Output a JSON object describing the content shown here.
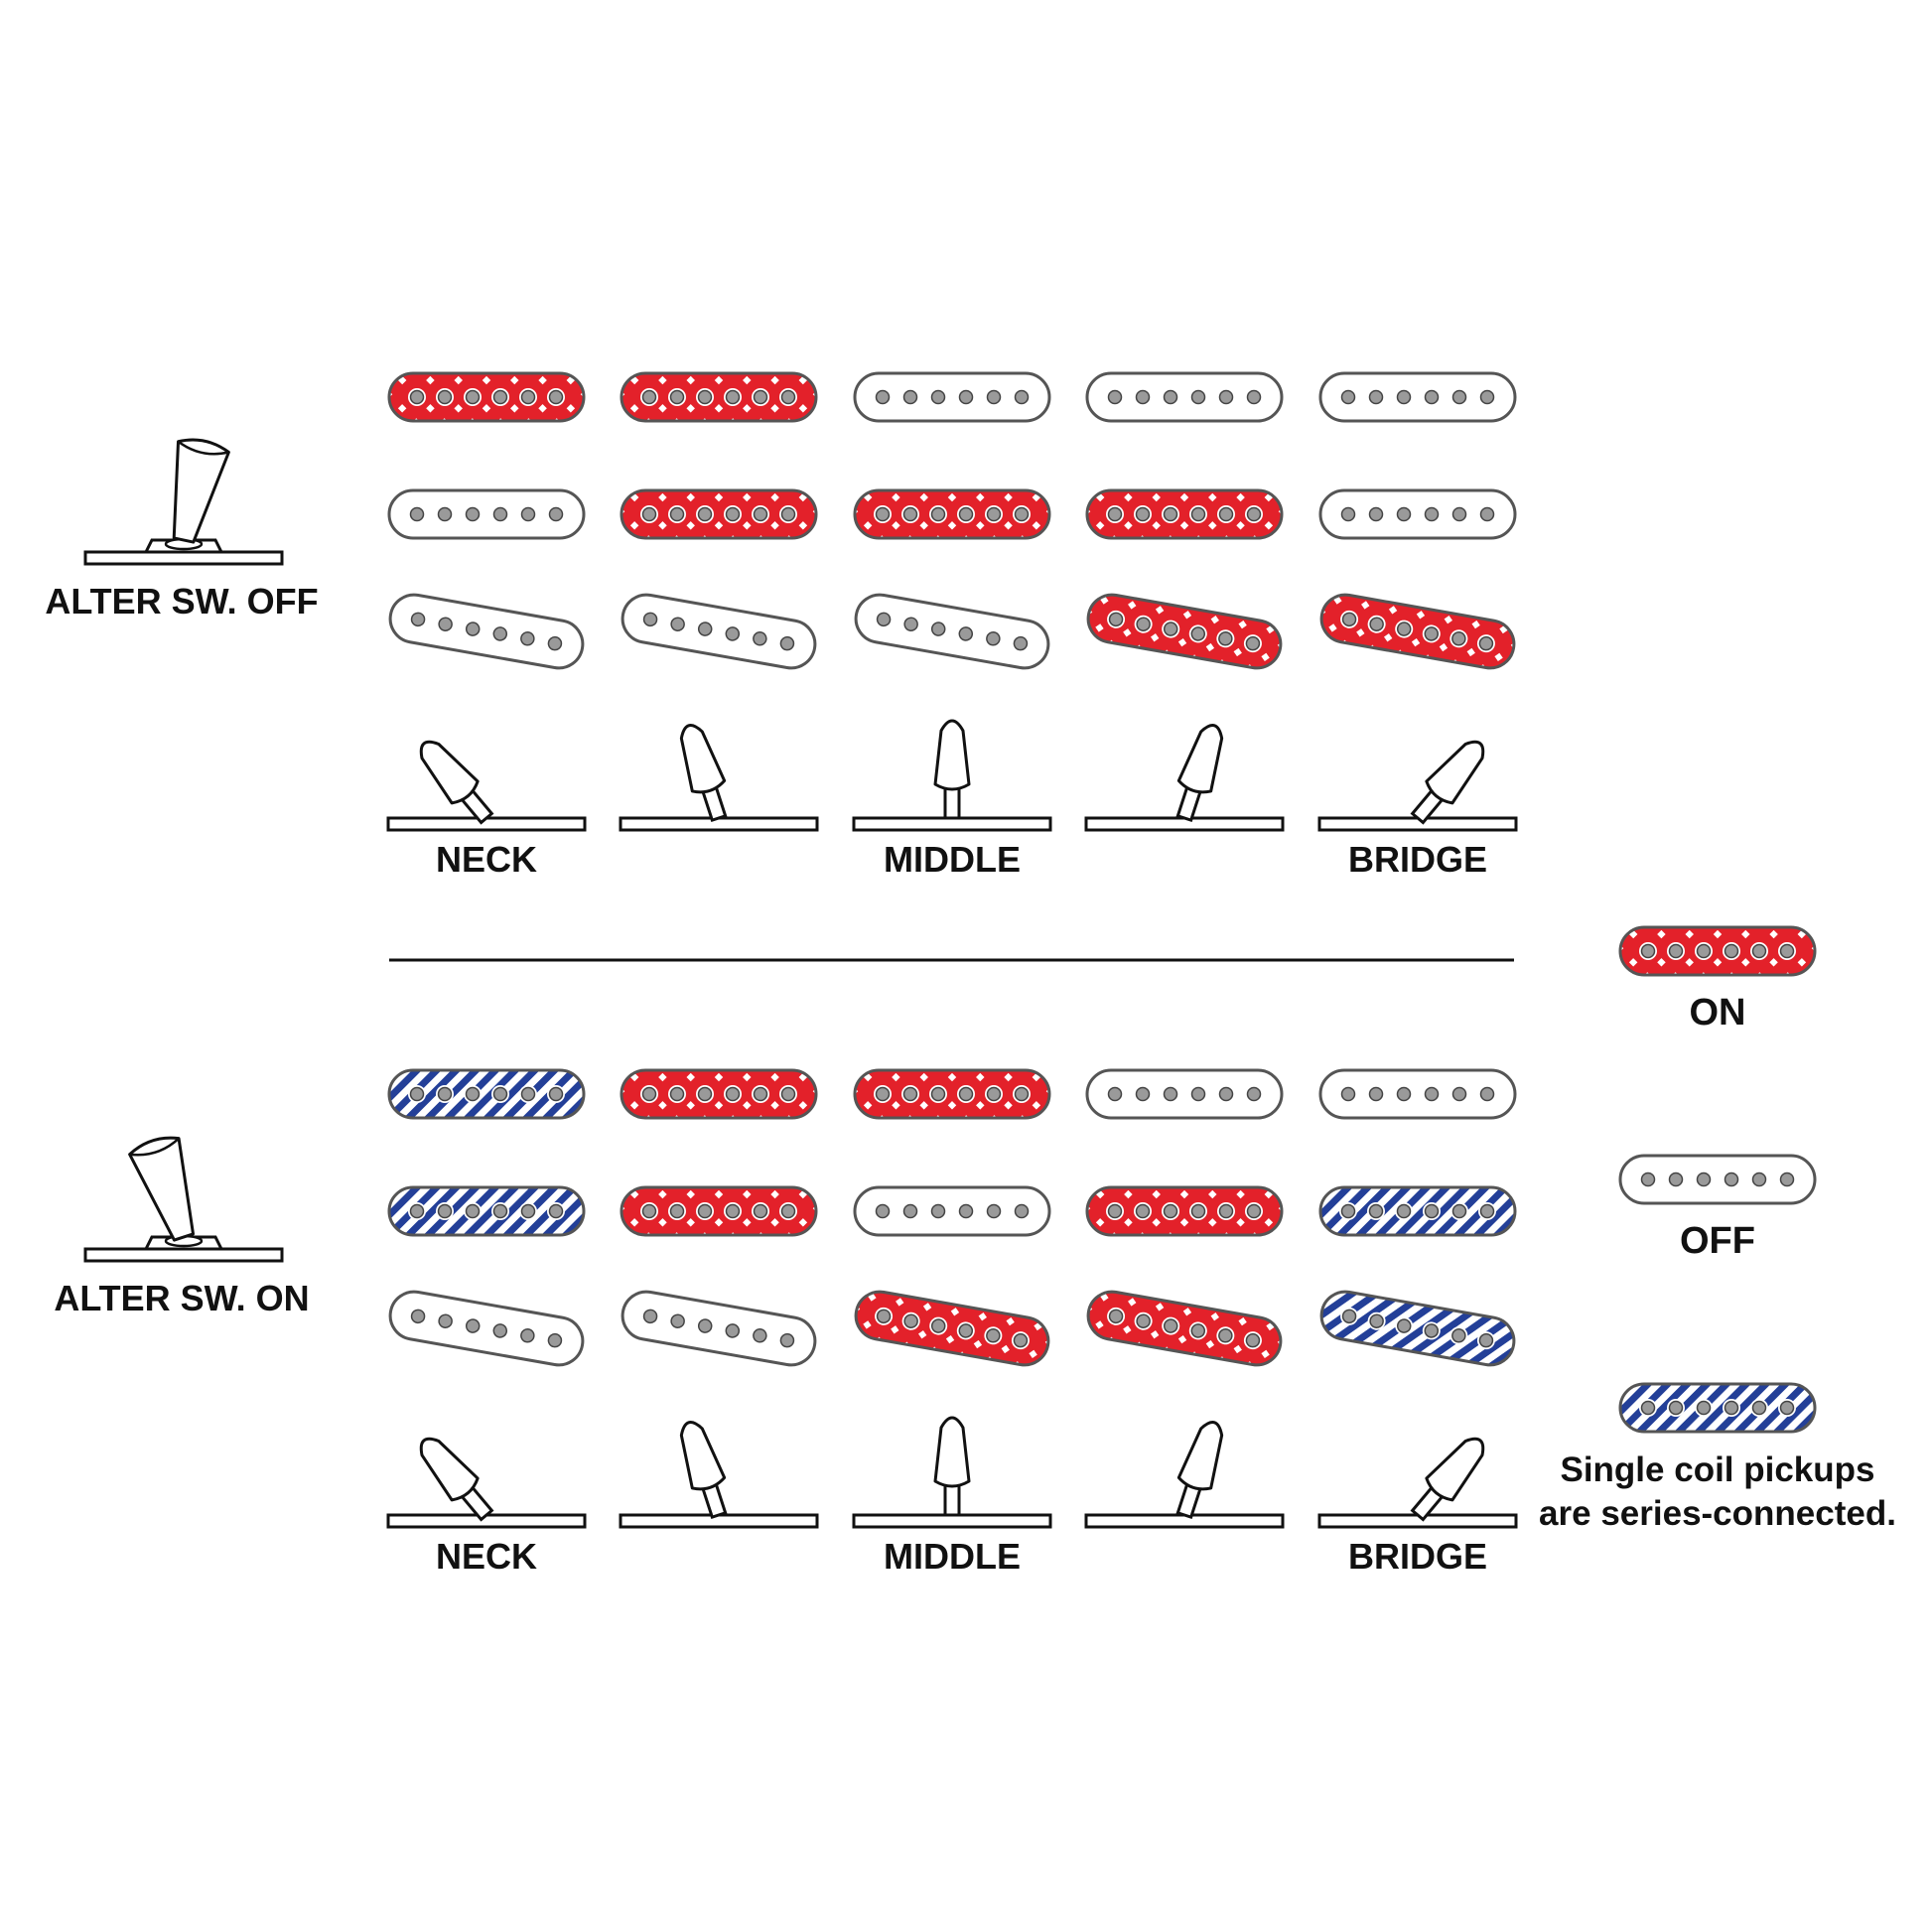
{
  "colors": {
    "on": "#e3212a",
    "series": "#233f98",
    "off_fill": "#ffffff",
    "outline": "#555555",
    "pole": "#9a9a9a",
    "ink": "#111111"
  },
  "sections": [
    {
      "key": "off",
      "label": "ALTER SW. OFF",
      "position_labels": [
        "NECK",
        "",
        "MIDDLE",
        "",
        "BRIDGE"
      ],
      "switch_lever": [
        "left",
        "left-mid",
        "center",
        "right-mid",
        "right"
      ],
      "rows": [
        {
          "pickup": "neck",
          "states": [
            "on",
            "on",
            "off",
            "off",
            "off"
          ]
        },
        {
          "pickup": "middle",
          "states": [
            "off",
            "on",
            "on",
            "on",
            "off"
          ]
        },
        {
          "pickup": "bridge",
          "states": [
            "off",
            "off",
            "off",
            "on",
            "on"
          ]
        }
      ]
    },
    {
      "key": "on",
      "label": "ALTER SW. ON",
      "position_labels": [
        "NECK",
        "",
        "MIDDLE",
        "",
        "BRIDGE"
      ],
      "switch_lever": [
        "left",
        "left-mid",
        "center",
        "right-mid",
        "right"
      ],
      "rows": [
        {
          "pickup": "neck",
          "states": [
            "series",
            "on",
            "on",
            "off",
            "off"
          ]
        },
        {
          "pickup": "middle",
          "states": [
            "series",
            "on",
            "off",
            "on",
            "series"
          ]
        },
        {
          "pickup": "bridge",
          "states": [
            "off",
            "off",
            "on",
            "on",
            "series"
          ]
        }
      ]
    }
  ],
  "legend": [
    {
      "state": "on",
      "lines": [
        "ON"
      ]
    },
    {
      "state": "off",
      "lines": [
        "OFF"
      ]
    },
    {
      "state": "series",
      "lines": [
        "Single coil pickups",
        "are series-connected."
      ]
    }
  ]
}
